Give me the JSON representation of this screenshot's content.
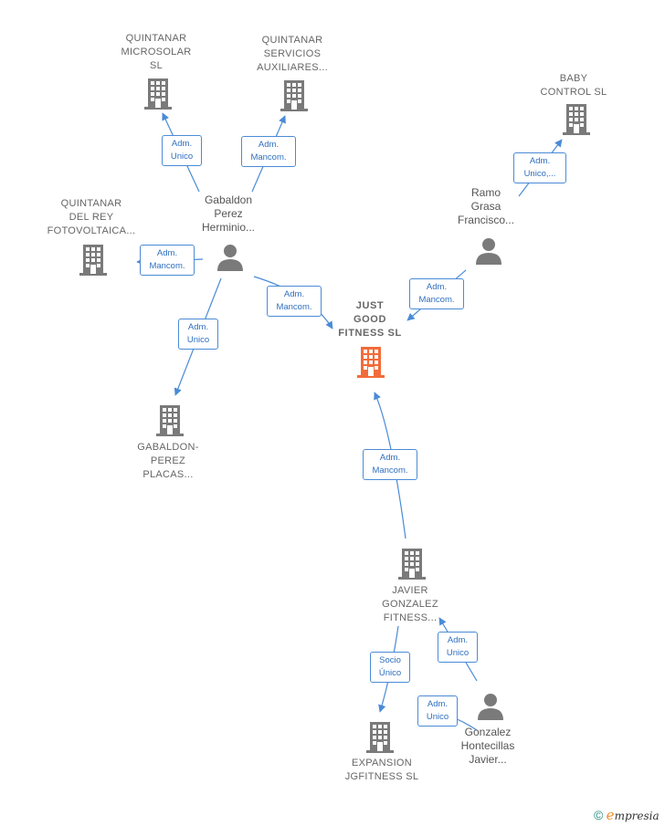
{
  "nodes": {
    "quintanar_microsolar": {
      "lines": [
        "QUINTANAR",
        "MICROSOLAR",
        "SL"
      ]
    },
    "quintanar_servicios": {
      "lines": [
        "QUINTANAR",
        "SERVICIOS",
        "AUXILIARES..."
      ]
    },
    "baby_control": {
      "lines": [
        "BABY",
        "CONTROL SL"
      ]
    },
    "quintanar_del_rey": {
      "lines": [
        "QUINTANAR",
        "DEL REY",
        "FOTOVOLTAICA..."
      ]
    },
    "gabaldon_perez_herminio": {
      "lines": [
        "Gabaldon",
        "Perez",
        "Herminio..."
      ]
    },
    "ramo_grasa": {
      "lines": [
        "Ramo",
        "Grasa",
        "Francisco..."
      ]
    },
    "just_good_fitness": {
      "lines": [
        "JUST",
        "GOOD",
        "FITNESS  SL"
      ]
    },
    "gabaldon_perez_placas": {
      "lines": [
        "GABALDON-",
        "PEREZ",
        "PLACAS..."
      ]
    },
    "javier_gonzalez_fitness": {
      "lines": [
        "JAVIER",
        "GONZALEZ",
        "FITNESS..."
      ]
    },
    "gonzalez_hontecillas": {
      "lines": [
        "Gonzalez",
        "Hontecillas",
        "Javier..."
      ]
    },
    "expansion_jgfitness": {
      "lines": [
        "EXPANSION",
        "JGFITNESS  SL"
      ]
    }
  },
  "edges": {
    "e1": [
      "Adm.",
      "Unico"
    ],
    "e2": [
      "Adm.",
      "Mancom."
    ],
    "e3": [
      "Adm.",
      "Mancom."
    ],
    "e4": [
      "Adm.",
      "Mancom."
    ],
    "e5": [
      "Adm.",
      "Unico"
    ],
    "e6": [
      "Adm.",
      "Unico,..."
    ],
    "e7": [
      "Adm.",
      "Mancom."
    ],
    "e8": [
      "Adm.",
      "Mancom."
    ],
    "e9": [
      "Adm.",
      "Unico"
    ],
    "e10": [
      "Socio",
      "Único"
    ],
    "e11": [
      "Adm.",
      "Unico"
    ]
  },
  "colors": {
    "edge": "#4a8bd6",
    "company_icon": "#7a7a7a",
    "highlight_icon": "#f26b3a",
    "person_icon": "#7a7a7a"
  },
  "icons": {
    "company": "building-icon",
    "person": "person-icon"
  },
  "brand": {
    "copyright": "©",
    "e": "e",
    "rest": "mpresia"
  }
}
